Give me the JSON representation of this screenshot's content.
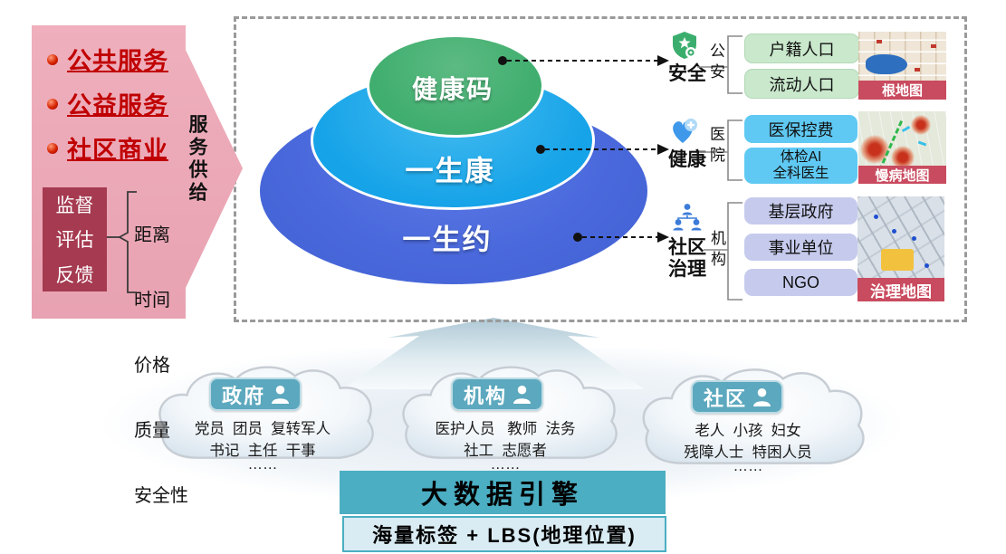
{
  "left_panel": {
    "bullets": [
      "公共服务",
      "公益服务",
      "社区商业"
    ],
    "arrow_label": "服务供给",
    "monitor_box": [
      "监督",
      "评估",
      "反馈"
    ],
    "criteria": [
      "距离",
      "时间",
      "价格",
      "质量",
      "安全性"
    ]
  },
  "pyramid": {
    "layers": [
      {
        "label": "健康码",
        "color": "#3FAE6E"
      },
      {
        "label": "一生康",
        "color": "#16A3E8"
      },
      {
        "label": "一生约",
        "color": "#4A69DC"
      }
    ]
  },
  "groups": [
    {
      "name": "安全",
      "icon": "shield-star-icon",
      "side_label": "公安",
      "items": [
        {
          "lines": [
            "户籍人口"
          ]
        },
        {
          "lines": [
            "流动人口"
          ]
        }
      ],
      "map_label": "根地图"
    },
    {
      "name": "健康",
      "icon": "heart-plus-icon",
      "side_label": "医院",
      "items": [
        {
          "lines": [
            "医保控费"
          ]
        },
        {
          "lines": [
            "体检AI",
            "全科医生"
          ]
        }
      ],
      "map_label": "慢病地图"
    },
    {
      "name_lines": [
        "社区",
        "治理"
      ],
      "icon": "org-people-icon",
      "side_label": "机构",
      "items": [
        {
          "lines": [
            "基层政府"
          ]
        },
        {
          "lines": [
            "事业单位"
          ]
        },
        {
          "lines": [
            "NGO"
          ]
        }
      ],
      "map_label": "治理地图"
    }
  ],
  "clouds": [
    {
      "badge": "政府",
      "rows": [
        "党员  团员  复转军人",
        "书记  主任  干事",
        "……"
      ]
    },
    {
      "badge": "机构",
      "rows": [
        "医护人员   教师  法务",
        "社工  志愿者",
        "……"
      ]
    },
    {
      "badge": "社区",
      "rows": [
        "老人  小孩  妇女",
        "残障人士  特困人员",
        "……"
      ]
    }
  ],
  "engine": {
    "title": "大数据引擎",
    "subtitle": "海量标签 + LBS(地理位置)"
  },
  "colors": {
    "pink_arrow": "#E9A9B6",
    "heading_red": "#C00000",
    "monitor_box_red": "#A53A50",
    "layer_green": "#3FAE6E",
    "layer_light_blue": "#16A3E8",
    "layer_blue": "#4A69DC",
    "box_green": "#C9E8CC",
    "box_cyan": "#5FC9F3",
    "box_lavender": "#C6CBED",
    "map_caption_red": "#C94B5F",
    "cloud_badge_teal": "#5CA8BE",
    "engine_teal": "#4BAEC3"
  }
}
